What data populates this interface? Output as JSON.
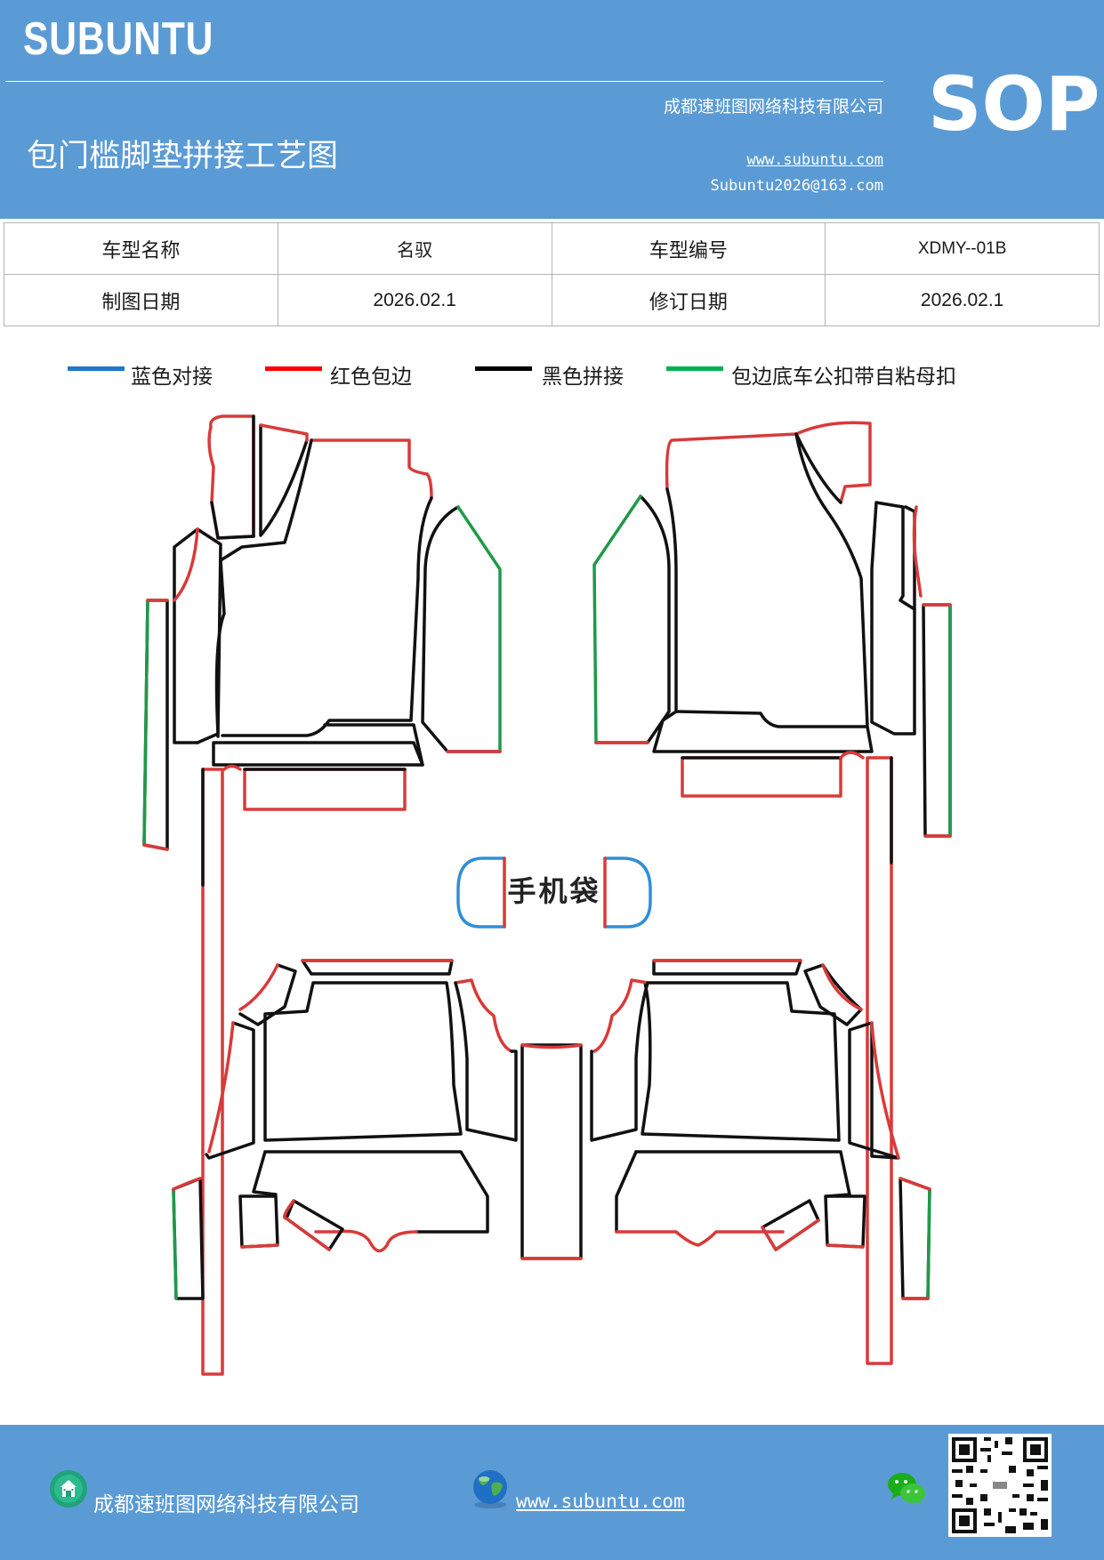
{
  "header": {
    "brand": "SUBUNTU",
    "company": "成都速班图网络科技有限公司",
    "title": "包门槛脚垫拼接工艺图",
    "website": "www.subuntu.com",
    "email": "Subuntu2026@163.com",
    "sop": "SOP"
  },
  "info_table": {
    "rows": [
      [
        "车型名称",
        "名驭",
        "车型编号",
        "XDMY--01B"
      ],
      [
        "制图日期",
        "2026.02.1",
        "修订日期",
        "2026.02.1"
      ]
    ]
  },
  "legend": {
    "items": [
      {
        "label": "蓝色对接",
        "color": "#1f78c8"
      },
      {
        "label": "红色包边",
        "color": "#ff0000"
      },
      {
        "label": "黑色拼接",
        "color": "#000000"
      },
      {
        "label": "包边底车公扣带自粘母扣",
        "color": "#00b050"
      }
    ]
  },
  "diagram": {
    "phone_bag_label": "手机袋",
    "colors": {
      "blue": "#2f8fd6",
      "red": "#d93a3a",
      "black": "#111111",
      "green": "#1e9a4a"
    }
  },
  "footer": {
    "company": "成都速班图网络科技有限公司",
    "website": "www.subuntu.com "
  }
}
